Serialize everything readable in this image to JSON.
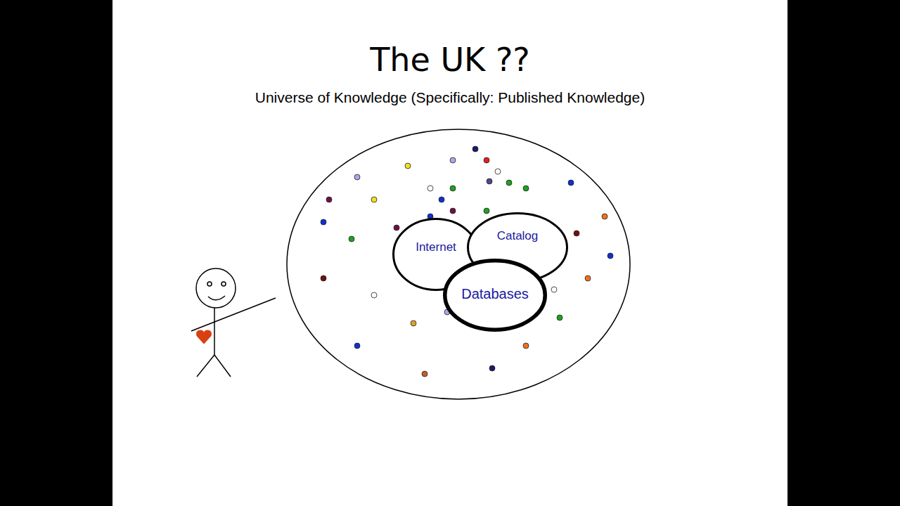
{
  "diagram": {
    "title": "The UK ??",
    "caption": "Universe of Knowledge (Specifically: Published Knowledge)",
    "nodes": [
      {
        "text": [
          "Internet"
        ]
      },
      {
        "text": [
          "Catalog"
        ]
      },
      {
        "text": [
          "Databases"
        ]
      }
    ]
  }
}
